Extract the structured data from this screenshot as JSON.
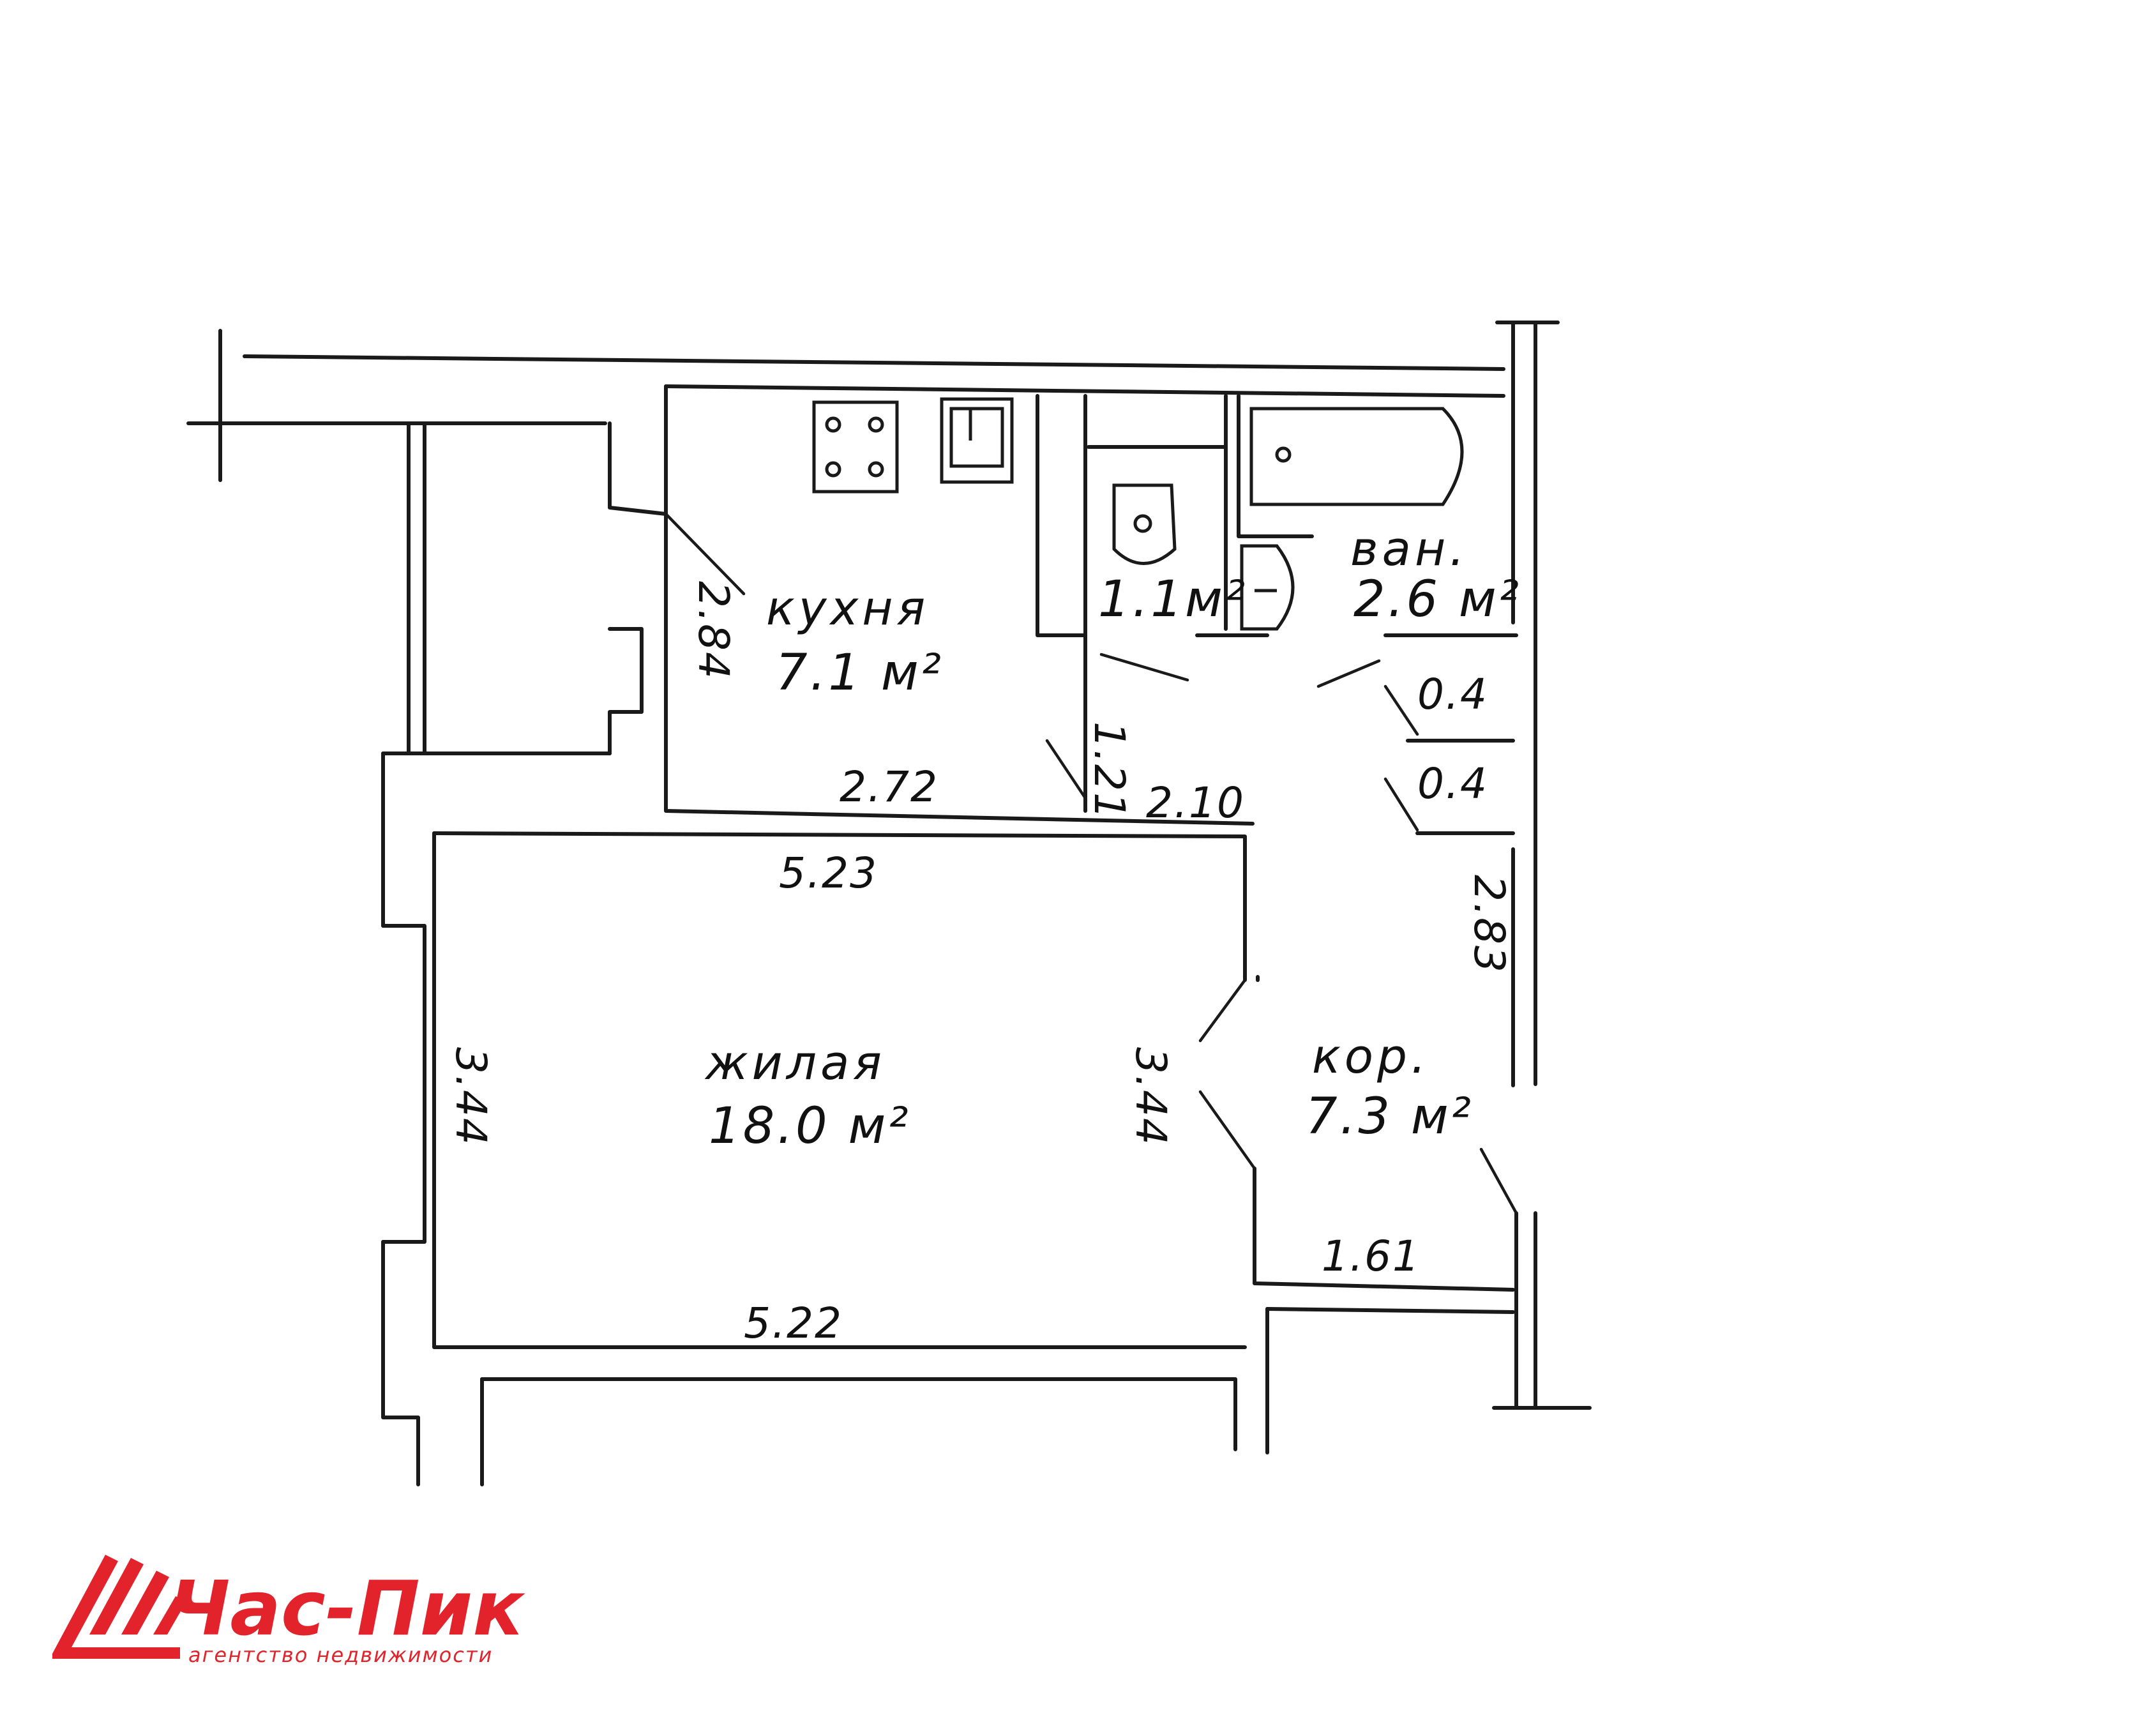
{
  "rooms": {
    "kitchen": {
      "name": "кухня",
      "area": "7.1 м²"
    },
    "toilet": {
      "area": "1.1м²"
    },
    "bathroom": {
      "name": "ван.",
      "area": "2.6 м²"
    },
    "living": {
      "name": "жилая",
      "area": "18.0 м²"
    },
    "corridor": {
      "name": "кор.",
      "area": "7.3 м²"
    }
  },
  "dimensions": {
    "kitchen_height": "2.84",
    "kitchen_width": "2.72",
    "hall_short": "1.21",
    "hall_width": "2.10",
    "closet_1": "0.4",
    "closet_2": "0.4",
    "corridor_height": "2.83",
    "living_top": "5.23",
    "living_bottom": "5.22",
    "living_left": "3.44",
    "living_right": "3.44",
    "corridor_bottom": "1.61"
  },
  "logo": {
    "name": "Час-Пик",
    "subtitle": "агентство недвижимости",
    "color": "#e3232b"
  }
}
